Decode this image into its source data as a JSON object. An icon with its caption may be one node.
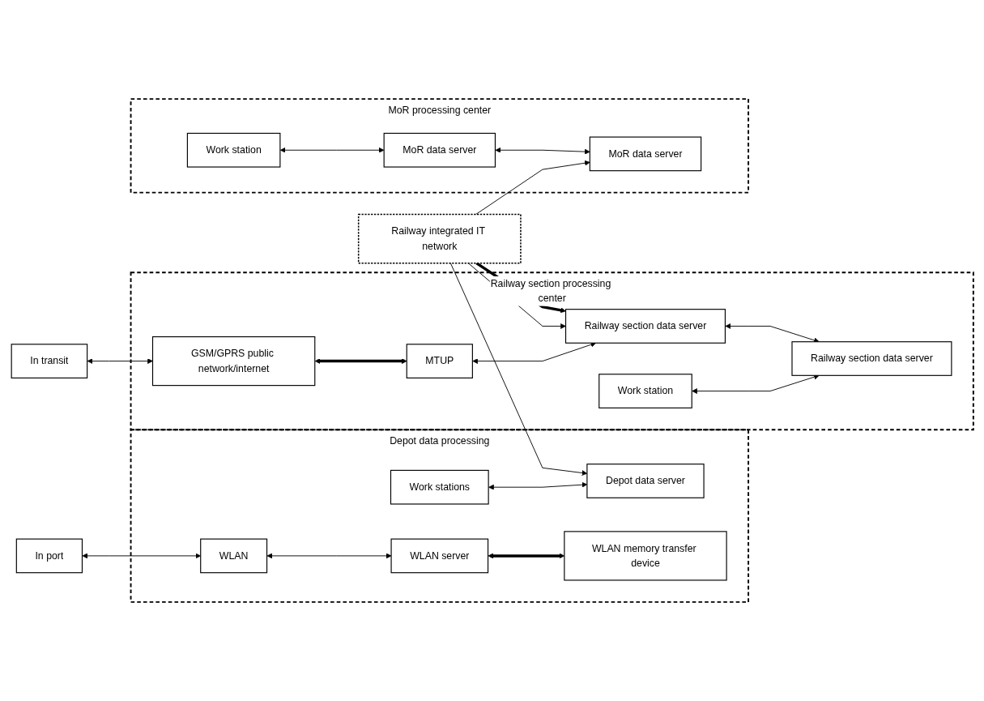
{
  "diagram": {
    "nodes": [
      {
        "text": [
          "In port"
        ]
      },
      {
        "text": [
          "Depot data processing"
        ]
      },
      {
        "text": [
          "WLAN"
        ],
        "in": 1
      },
      {
        "text": [
          "WLAN server"
        ],
        "in": 1
      },
      {
        "text": [
          "WLAN memory transfer device"
        ],
        "in": 1
      },
      {
        "text": [
          "Work stations"
        ],
        "in": 1
      },
      {
        "text": [
          "Depot data server"
        ],
        "in": 1
      },
      {
        "text": [
          "In transit"
        ]
      },
      {
        "text": [
          "Railway section processing center"
        ]
      },
      {
        "text": [
          "GSM/GPRS public network/internet"
        ],
        "in": 8
      },
      {
        "text": [
          "MTUP"
        ],
        "in": 8
      },
      {
        "text": [
          "Railway section data server"
        ],
        "in": 8
      },
      {
        "text": [
          "Work station"
        ],
        "in": 8
      },
      {
        "text": [
          "Railway section data server"
        ],
        "in": 8
      },
      {
        "text": [
          "MoR processing center"
        ]
      },
      {
        "text": [
          "Work station"
        ],
        "in": 14
      },
      {
        "text": [
          "MoR data server"
        ],
        "in": 14
      },
      {
        "text": [
          "MoR data server"
        ],
        "in": 14
      },
      {
        "text": [
          "Railway integrated IT network"
        ]
      }
    ],
    "edges": [
      {
        "from": 0,
        "to": 2,
        "arrow": "both"
      },
      {
        "from": 2,
        "to": 3,
        "arrow": "both"
      },
      {
        "from": 3,
        "to": 4,
        "arrow": "both",
        "style": "thick"
      },
      {
        "from": 5,
        "to": 6,
        "arrow": "both"
      },
      {
        "from": 18,
        "to": 6,
        "arrow": "to"
      },
      {
        "from": 7,
        "to": 9,
        "arrow": "both"
      },
      {
        "from": 9,
        "to": 10,
        "arrow": "both",
        "style": "thick"
      },
      {
        "from": 10,
        "to": 11,
        "arrow": "both"
      },
      {
        "from": 18,
        "to": 11,
        "arrow": "to",
        "style": "thick"
      },
      {
        "from": 18,
        "to": 11,
        "arrow": "to"
      },
      {
        "from": 11,
        "to": 13,
        "arrow": "both"
      },
      {
        "from": 12,
        "to": 13,
        "arrow": "both"
      },
      {
        "from": 15,
        "to": 16,
        "arrow": "both"
      },
      {
        "from": 16,
        "to": 17,
        "arrow": "both"
      },
      {
        "from": 18,
        "to": 17,
        "arrow": "to"
      }
    ]
  }
}
